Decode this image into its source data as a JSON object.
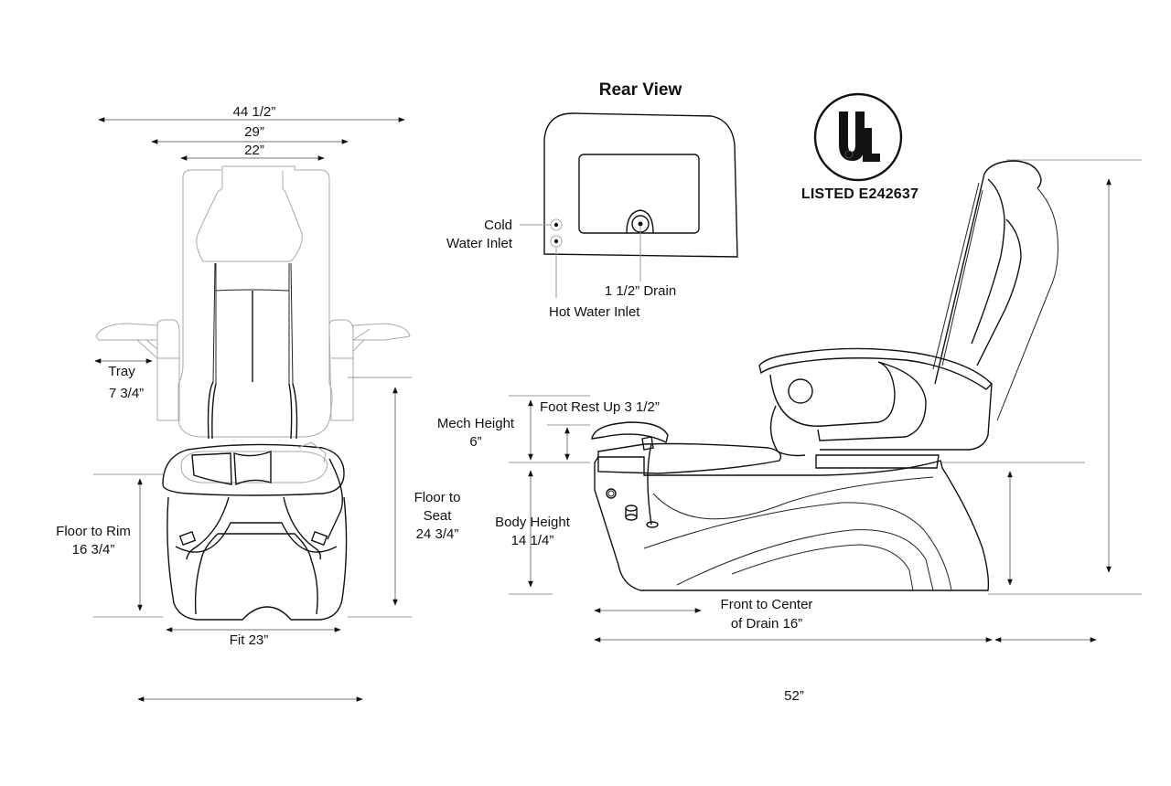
{
  "front_view": {
    "width_overall": "44 1/2”",
    "width_seat": "29”",
    "width_back": "22”",
    "tray_label": "Tray",
    "tray_value": "7 3/4”",
    "floor_to_rim_label": "Floor to Rim",
    "floor_to_rim_value": "16 3/4”",
    "floor_to_seat_label_1": "Floor to",
    "floor_to_seat_label_2": "Seat",
    "floor_to_seat_value": "24 3/4”",
    "fit_label": "Fit 23”"
  },
  "rear_view": {
    "title": "Rear View",
    "cold_inlet_1": "Cold",
    "cold_inlet_2": "Water Inlet",
    "drain": "1 1/2” Drain",
    "hot_inlet": "Hot Water Inlet"
  },
  "ul_mark": {
    "logo_text": "UL",
    "registered": "R",
    "listing": "LISTED E242637"
  },
  "side_view": {
    "foot_rest": "Foot Rest Up  3 1/2”",
    "mech_height_label": "Mech Height",
    "mech_height_value": "6”",
    "body_height_label": "Body Height",
    "body_height_value": "14 1/4”",
    "front_to_drain_1": "Front to Center",
    "front_to_drain_2": "of Drain 16”",
    "overall_length": "52”"
  },
  "colors": {
    "line": "#111111",
    "dimension": "#777777",
    "ghost": "#aaaaaa"
  }
}
